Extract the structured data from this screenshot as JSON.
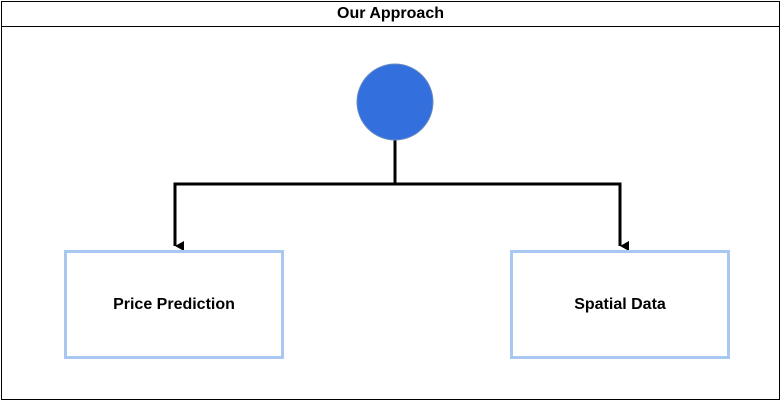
{
  "diagram": {
    "title": "Our Approach",
    "root_node": {
      "shape": "circle",
      "fill_color": "#3370de",
      "stroke_color": "#6c8ebf"
    },
    "edge_color": "#000000",
    "node_border_color": "#a9c8f1",
    "children": [
      {
        "label": "Price Prediction"
      },
      {
        "label": "Spatial Data"
      }
    ]
  }
}
